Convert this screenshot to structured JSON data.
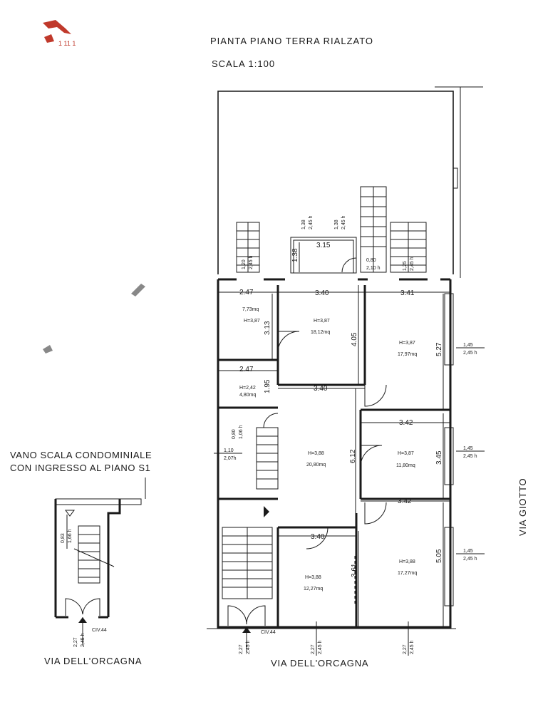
{
  "header": {
    "title": "PIANTA PIANO TERRA RIALZATO",
    "scale": "SCALA 1:100"
  },
  "side_title": {
    "line1": "VANO SCALA CONDOMINIALE",
    "line2": "CON INGRESSO AL PIANO S1"
  },
  "streets": {
    "bottom_main": "VIA DELL'ORCAGNA",
    "bottom_left": "VIA DELL'ORCAGNA",
    "right": "VIA GIOTTO"
  },
  "civ": {
    "main": "CIV.44",
    "left": "CIV.44"
  },
  "dims": {
    "d247a": "2.47",
    "d340a": "3.40",
    "d341": "3.41",
    "d313": "3.13",
    "d405": "4.05",
    "d527": "5.27",
    "d247b": "2.47",
    "d195": "1.95",
    "d340b": "3.40",
    "d342a": "3.42",
    "d345": "3.45",
    "d612": "6.12",
    "d342b": "3.42",
    "d340c": "3.40",
    "d361": "3.61",
    "d505": "5.05",
    "d315": "3.15",
    "d138": "1.38"
  },
  "rooms": {
    "r1": {
      "area": "7,73mq",
      "h": "H=3,87"
    },
    "r2": {
      "h": "H=3,87",
      "area": "18,12mq"
    },
    "r3": {
      "h": "H=3,87",
      "area": "17,97mq"
    },
    "r4": {
      "h": "H=2,42",
      "area": "4,80mq"
    },
    "r5": {
      "h": "H=3,88",
      "area": "20,80mq"
    },
    "r6": {
      "h": "H=3,87",
      "area": "11,80mq"
    },
    "r7": {
      "h": "H=3,88",
      "area": "12,27mq"
    },
    "r8": {
      "h": "H=3,88",
      "area": "17,27mq"
    }
  },
  "openings": {
    "top1": {
      "w": "1,20",
      "h": "2,45 h"
    },
    "top2": {
      "w": "1,38",
      "h": "2,45 h"
    },
    "top3": {
      "w": "1,38",
      "h": "2,45 h"
    },
    "top4": {
      "w": "0,80",
      "h": "2,10 h"
    },
    "top5": {
      "w": "1,25",
      "h": "2,45 h"
    },
    "right1": {
      "w": "1,45",
      "h": "2,45 h"
    },
    "right2": {
      "w": "1,45",
      "h": "2,45 h"
    },
    "right3": {
      "w": "1,45",
      "h": "2,45 h"
    },
    "left1": {
      "w": "0,80",
      "h": "1,06 h"
    },
    "left2": {
      "w": "1,10",
      "h": "2,07h"
    },
    "bot1": {
      "w": "2,27",
      "h": "2,45 h"
    },
    "bot2": {
      "w": "2,27",
      "h": "2,45 h"
    },
    "bot3": {
      "w": "2,27",
      "h": "2,45 h"
    },
    "side1": {
      "w": "0,83",
      "h": "1,66 h"
    },
    "side2": {
      "w": "2,27",
      "h": "2,45 h"
    }
  }
}
